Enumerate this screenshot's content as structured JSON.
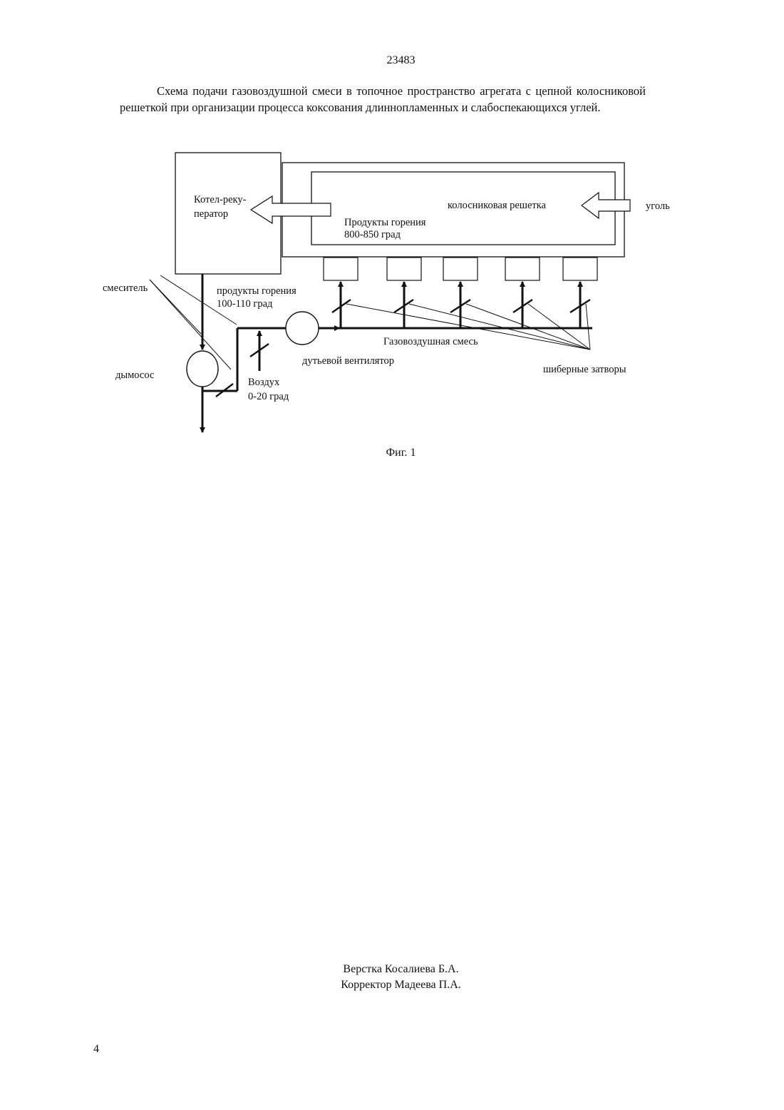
{
  "header": {
    "page_number": "23483"
  },
  "caption": "Схема подачи газовоздушной смеси в топочное пространство агрегата с цепной колосниковой решеткой при организации процесса коксования длиннопламенных и слабоспекающихся углей.",
  "diagram": {
    "boiler_label_1": "Котел-реку-",
    "boiler_label_2": "ператор",
    "grate_label": "колосниковая решетка",
    "coal_label": "уголь",
    "combustion_hot_1": "Продукты горения",
    "combustion_hot_2": "800-850 град",
    "mixer_label": "смеситель",
    "combustion_cool_1": "продукты горения",
    "combustion_cool_2": "100-110 град",
    "smoke_exhauster_label": "дымосос",
    "gas_air_mixture_label": "Газовоздушная смесь",
    "blower_fan_label": "дутьевой вентилятор",
    "damper_label": "шиберные затворы",
    "air_label_1": "Воздух",
    "air_label_2": "0-20 град"
  },
  "figure_label": "Фиг. 1",
  "footer": {
    "layout_credit": "Верстка Косалиева Б.А.",
    "proofreader_credit": "Корректор Мадеева П.А.",
    "page_number": "4"
  }
}
